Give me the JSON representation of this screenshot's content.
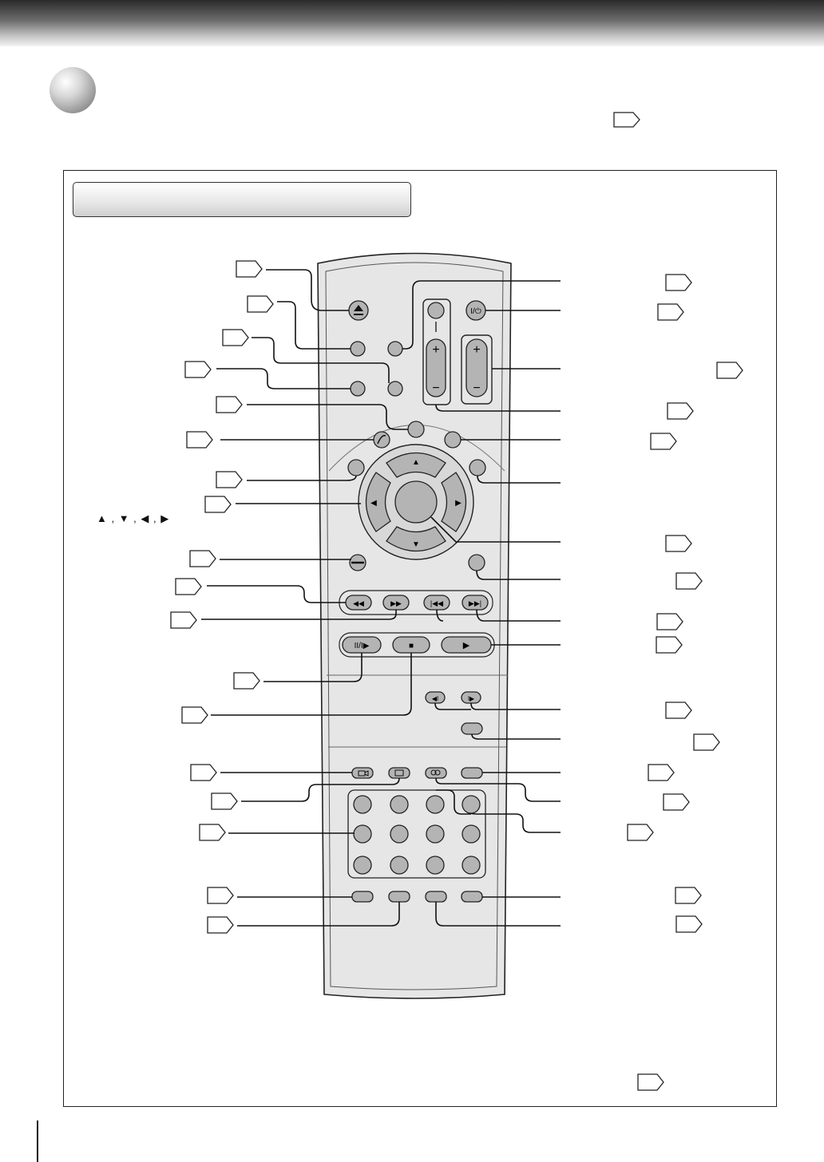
{
  "page": {
    "colors": {
      "banner_dark": "#2a2a2a",
      "banner_light": "#f3f3f3",
      "button_fill": "#b4b4b4",
      "remote_body": "#e6e6e6",
      "line": "#111111"
    },
    "symbols": {
      "eject": "⏏",
      "power": "I/⏻",
      "plus": "+",
      "minus": "−",
      "up": "▲",
      "down": "▼",
      "left": "◀",
      "right": "▶",
      "rewind": "◀◀",
      "fast_forward": "▶▶",
      "skip_back": "|◀◀",
      "skip_forward": "▶▶|",
      "pause_step": "II/I▶",
      "stop": "■",
      "play": "▶",
      "slow_back": "◀I",
      "slow_forward": "I▶",
      "arrow_keys_caption": "▲ , ▼ , ◀ , ▶"
    }
  }
}
